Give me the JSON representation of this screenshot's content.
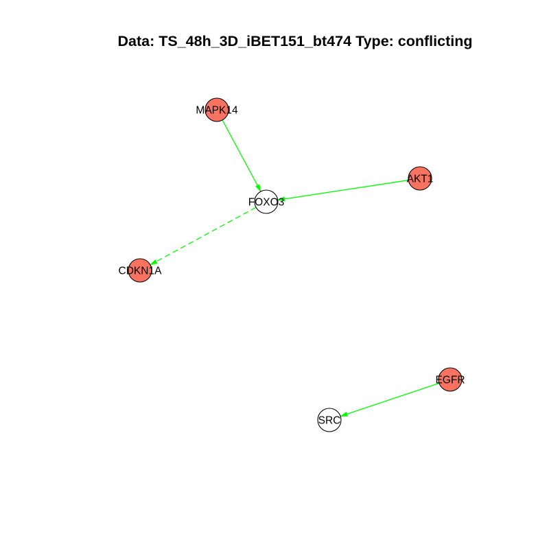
{
  "title": "Data: TS_48h_3D_iBET151_bt474 Type: conflicting",
  "colors": {
    "highlighted_fill": "#fa7361",
    "default_fill": "#ffffff",
    "node_stroke": "#000000",
    "edge": "#00ff00"
  },
  "nodes": [
    {
      "id": "MAPK14",
      "label": "MAPK14",
      "highlighted": true
    },
    {
      "id": "AKT1",
      "label": "AKT1",
      "highlighted": true
    },
    {
      "id": "FOXO3",
      "label": "FOXO3",
      "highlighted": false
    },
    {
      "id": "CDKN1A",
      "label": "CDKN1A",
      "highlighted": true
    },
    {
      "id": "EGFR",
      "label": "EGFR",
      "highlighted": true
    },
    {
      "id": "SRC",
      "label": "SRC",
      "highlighted": false
    }
  ],
  "edges": [
    {
      "from": "MAPK14",
      "to": "FOXO3",
      "style": "solid"
    },
    {
      "from": "AKT1",
      "to": "FOXO3",
      "style": "solid"
    },
    {
      "from": "FOXO3",
      "to": "CDKN1A",
      "style": "dashed"
    },
    {
      "from": "EGFR",
      "to": "SRC",
      "style": "solid"
    }
  ]
}
